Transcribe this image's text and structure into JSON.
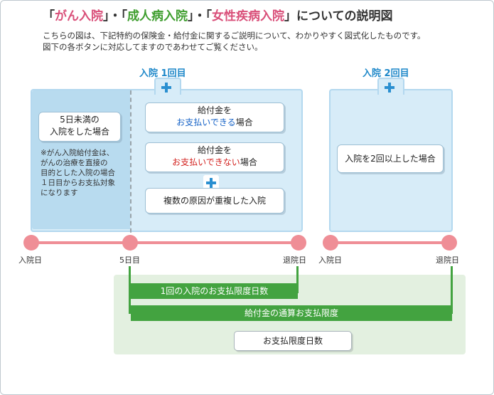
{
  "title": {
    "q1_open": "「",
    "part1": "がん入院",
    "sep1": "」・「",
    "part2": "成人病入院",
    "sep2": "」・「",
    "part3": "女性疾病入院",
    "close_suffix": "」についての説明図"
  },
  "description": {
    "line1": "こちらの図は、下記特約の保険金・給付金に関するご説明について、わかりやすく図式化したものです。",
    "line2": "図下の各ボタンに対応してますのであわせてご覧ください。"
  },
  "hospitalization": {
    "first_label": "入院 1回目",
    "second_label": "入院 2回目"
  },
  "left_panel": {
    "box_line1": "5日未満の",
    "box_line2": "入院をした場合",
    "note_line1": "※がん入院給付金は、",
    "note_line2": "がんの治療を直接の",
    "note_line3": "目的とした入院の場合",
    "note_line4": "１日目からお支払対象",
    "note_line5": "になります"
  },
  "cases": {
    "payable_line1": "給付金を",
    "payable_emph": "お支払いできる",
    "payable_tail": "場合",
    "not_payable_line1": "給付金を",
    "not_payable_emph": "お支払いできない",
    "not_payable_tail": "場合",
    "multiple_causes": "複数の原因が重複した入院",
    "second_case": "入院を2回以上した場合"
  },
  "timeline": {
    "admit1": "入院日",
    "day5": "5日目",
    "discharge1": "退院日",
    "admit2": "入院日",
    "discharge2": "退院日"
  },
  "limits": {
    "per_stay": "1回の入院のお支払限度日数",
    "total": "給付金の通算お支払限度",
    "button": "お支払限度日数"
  },
  "colors": {
    "accent_blue": "#1e88c9",
    "pink": "#d94f79",
    "green_title": "#3f9e2f",
    "timeline_pink": "#ef8e96",
    "arrow_green": "#43a340",
    "payable_blue": "#1763c7",
    "not_payable_red": "#d3221f"
  }
}
